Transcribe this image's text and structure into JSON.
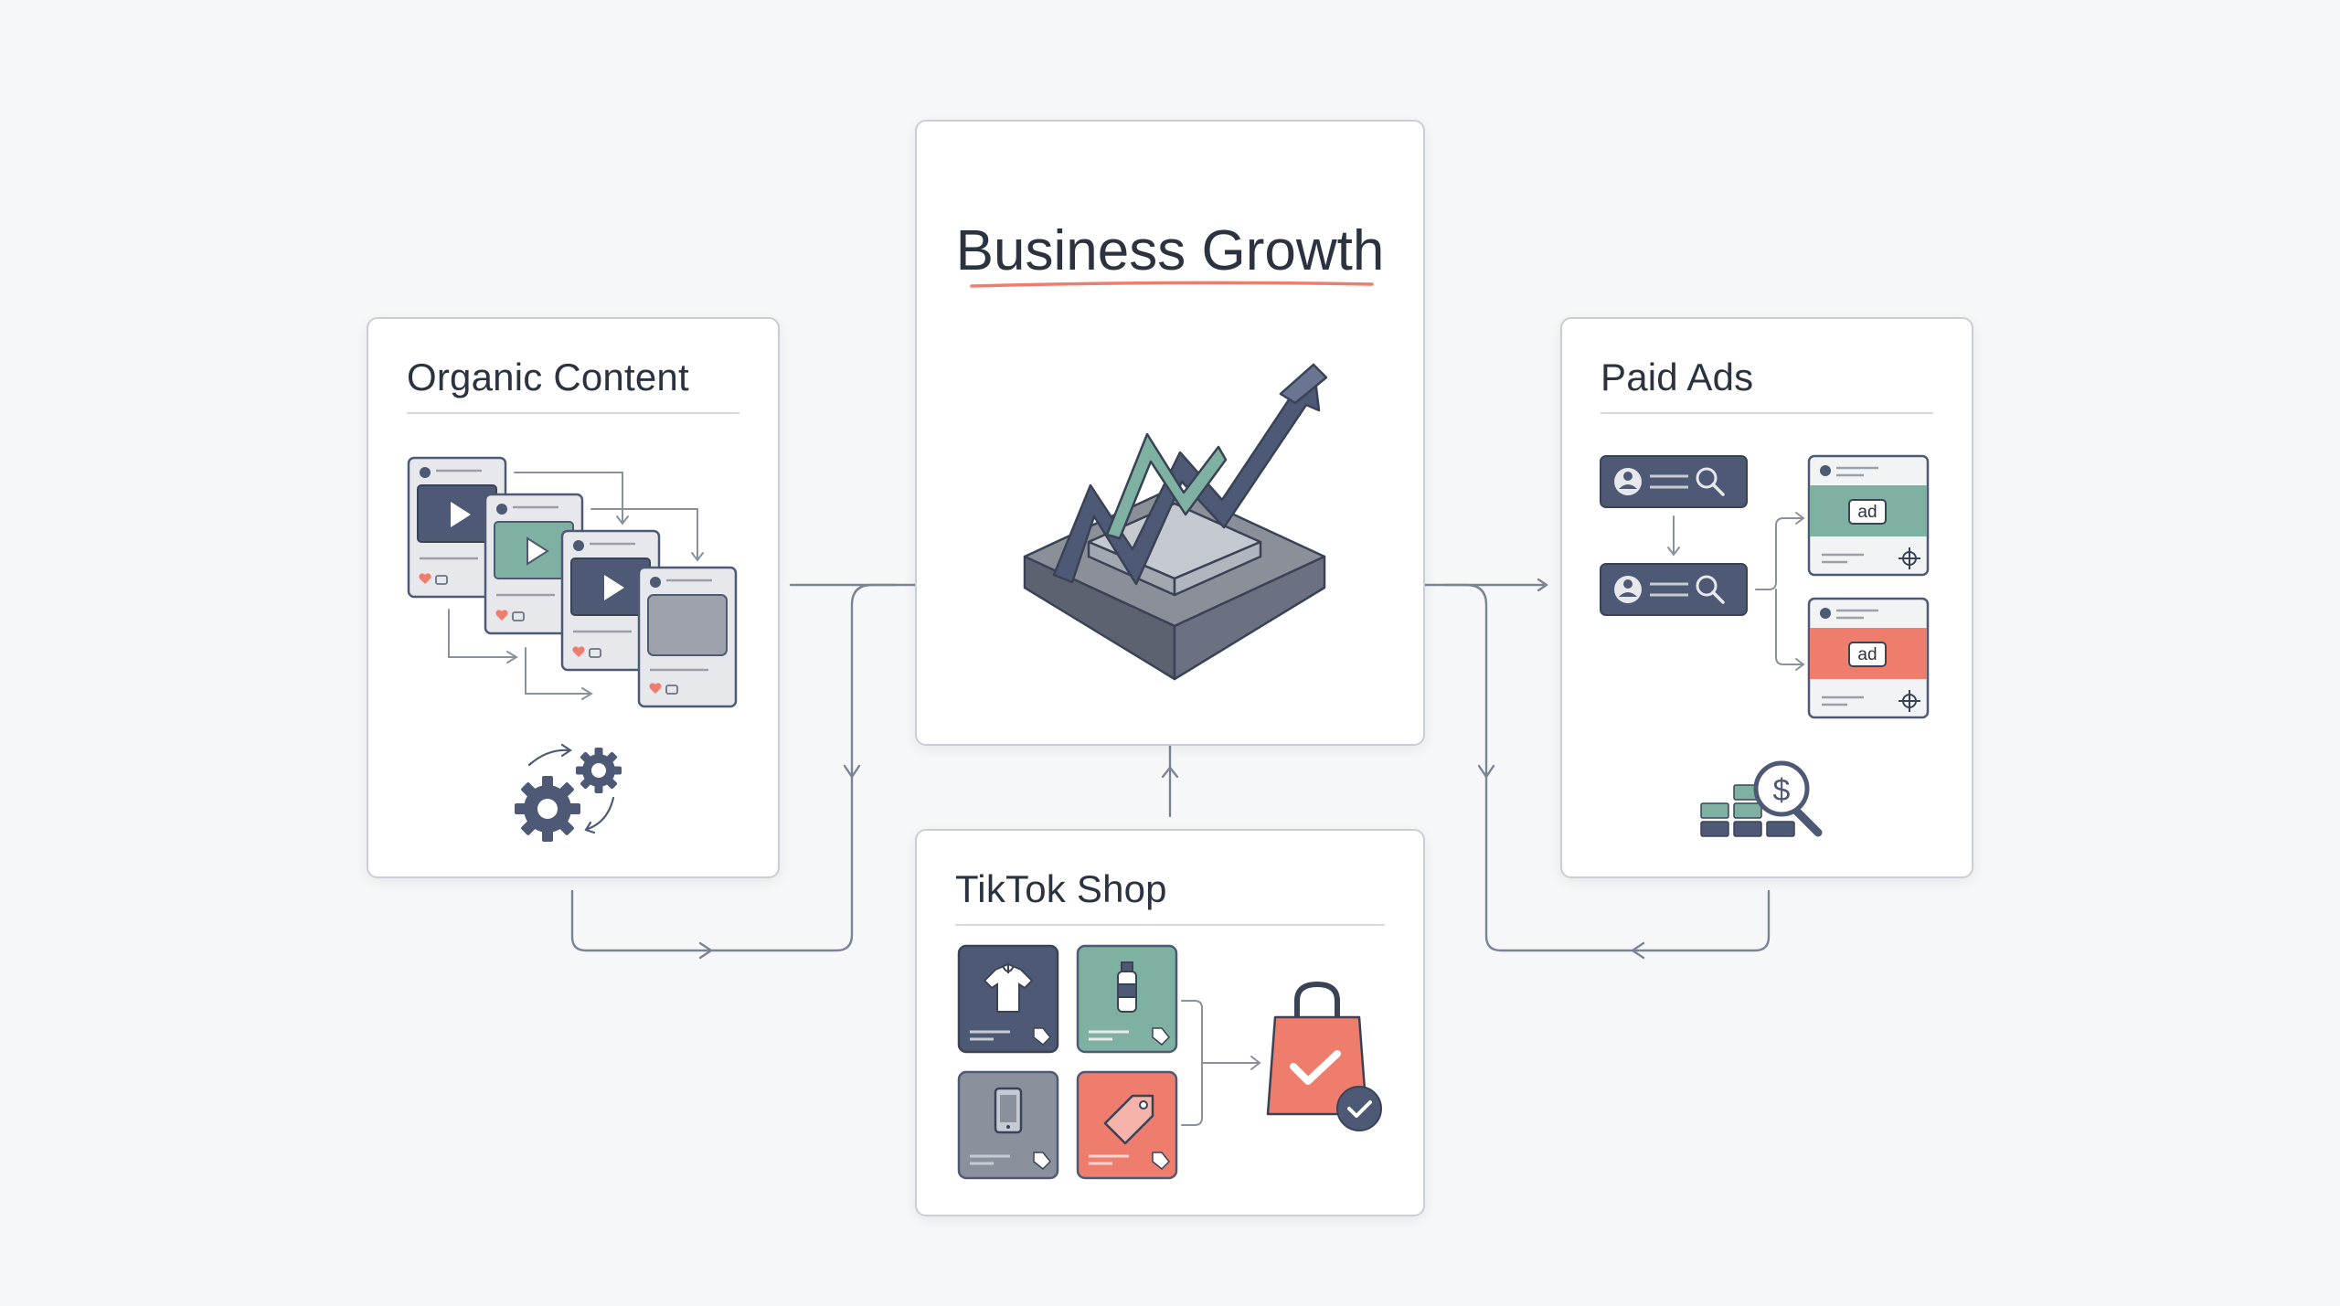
{
  "cards": {
    "organic": {
      "title": "Organic Content"
    },
    "growth": {
      "title": "Business Growth"
    },
    "paid": {
      "title": "Paid Ads"
    },
    "shop": {
      "title": "TikTok Shop"
    }
  },
  "ad_labels": [
    "ad",
    "ad"
  ],
  "currency_symbol": "$",
  "colors": {
    "navy": "#4e5a75",
    "teal": "#7fb1a2",
    "coral": "#ef7d6d",
    "gray": "#8b919c",
    "line": "#7b8494",
    "border": "#c9ced6"
  },
  "icons": [
    "play-icon",
    "heart-icon",
    "comment-icon",
    "gears-icon",
    "growth-arrow-icon",
    "user-search-icon",
    "target-icon",
    "money-search-icon",
    "tshirt-icon",
    "bottle-icon",
    "phone-icon",
    "price-tag-icon",
    "shopping-bag-icon",
    "check-icon"
  ]
}
